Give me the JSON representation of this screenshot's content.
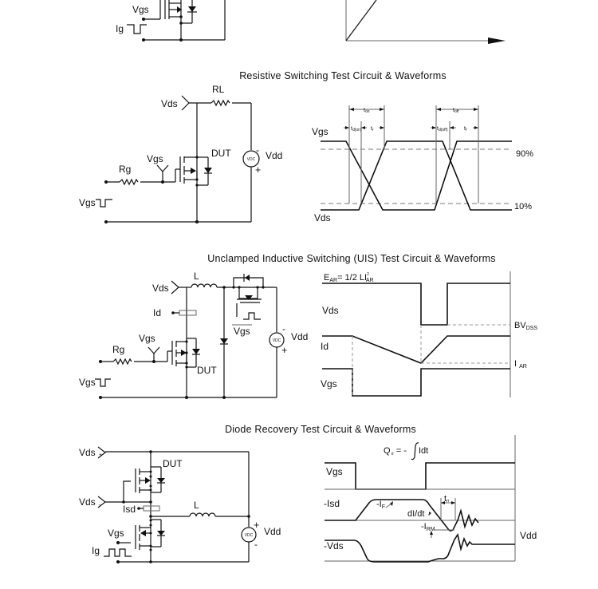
{
  "top_fragment": {
    "vgs_label": "Vgs",
    "ig_label": "Ig"
  },
  "resistive": {
    "title": "Resistive Switching Test Circuit & Waveforms",
    "circuit": {
      "vds": "Vds",
      "rl": "RL",
      "vgs": "Vgs",
      "dut": "DUT",
      "rg": "Rg",
      "vgs_pulse": "Vgs",
      "vdd": "Vdd",
      "vdc": "VDC",
      "minus": "-",
      "plus": "+"
    },
    "waveform": {
      "vgs": "Vgs",
      "vds": "Vds",
      "pct90": "90%",
      "pct10": "10%",
      "t_on": "t",
      "t_on_sub": "on",
      "t_off": "t",
      "t_off_sub": "off",
      "td_on": "t",
      "td_on_sub": "d(on)",
      "tr": "t",
      "tr_sub": "r",
      "td_off": "t",
      "td_off_sub": "d(off)",
      "tf": "t",
      "tf_sub": "f"
    }
  },
  "uis": {
    "title": "Unclamped Inductive Switching (UIS) Test Circuit & Waveforms",
    "circuit": {
      "vds": "Vds",
      "l": "L",
      "id": "Id",
      "vgs_bar": "Vgs",
      "vdd": "Vdd",
      "vdc": "VDC",
      "minus": "-",
      "plus": "+",
      "vgs": "Vgs",
      "rg": "Rg",
      "dut": "DUT",
      "vgs_pulse": "Vgs"
    },
    "waveform": {
      "ear": "E",
      "ear_sub": "AR",
      "ear_eq": "= 1/2 LI",
      "ear_sup": "2",
      "ear_sub2": "AR",
      "vds": "Vds",
      "id": "Id",
      "vgs": "Vgs",
      "bvdss": "BV",
      "bvdss_sub": "DSS",
      "iar": "I",
      "iar_sub": "AR"
    }
  },
  "diode": {
    "title": "Diode Recovery Test Circuit & Waveforms",
    "circuit": {
      "vds_plus": "Vds",
      "plus_sign": "+",
      "dut": "DUT",
      "vds_minus": "Vds",
      "minus_sign": "-",
      "isd": "Isd",
      "l": "L",
      "vgs": "Vgs",
      "ig": "Ig",
      "vdd": "Vdd",
      "vdc": "VDC",
      "plus": "+",
      "minus": "-"
    },
    "waveform": {
      "qrr": "Q",
      "qrr_sub": "rr",
      "qrr_eq": "= -",
      "qrr_int": "Idt",
      "vgs": "Vgs",
      "isd": "-Isd",
      "vds": "-Vds",
      "if": "-I",
      "if_sub": "F",
      "didt": "dI/dt",
      "trr": "t",
      "trr_sub": "rr",
      "irm": "-I",
      "irm_sub": "RM",
      "vdd": "Vdd"
    }
  }
}
